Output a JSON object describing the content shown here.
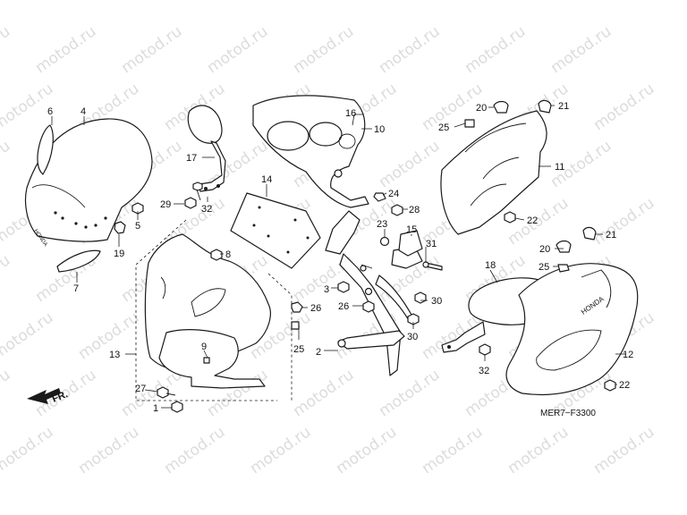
{
  "watermark": "motod.ru",
  "direction_label": "FR.",
  "diagram_code": "MER7−F3300",
  "callouts": {
    "c1": "1",
    "c2": "2",
    "c3": "3",
    "c4": "4",
    "c5": "5",
    "c6": "6",
    "c7": "7",
    "c8": "8",
    "c9": "9",
    "c10": "10",
    "c11": "11",
    "c12": "12",
    "c13": "13",
    "c14": "14",
    "c15": "15",
    "c16": "16",
    "c17": "17",
    "c18": "18",
    "c19": "19",
    "c20a": "20",
    "c20b": "20",
    "c21a": "21",
    "c21b": "21",
    "c22a": "22",
    "c22b": "22",
    "c23": "23",
    "c24": "24",
    "c25a": "25",
    "c25b": "25",
    "c25c": "25",
    "c26a": "26",
    "c26b": "26",
    "c27": "27",
    "c28": "28",
    "c29": "29",
    "c30a": "30",
    "c30b": "30",
    "c31": "31",
    "c32a": "32",
    "c32b": "32"
  }
}
